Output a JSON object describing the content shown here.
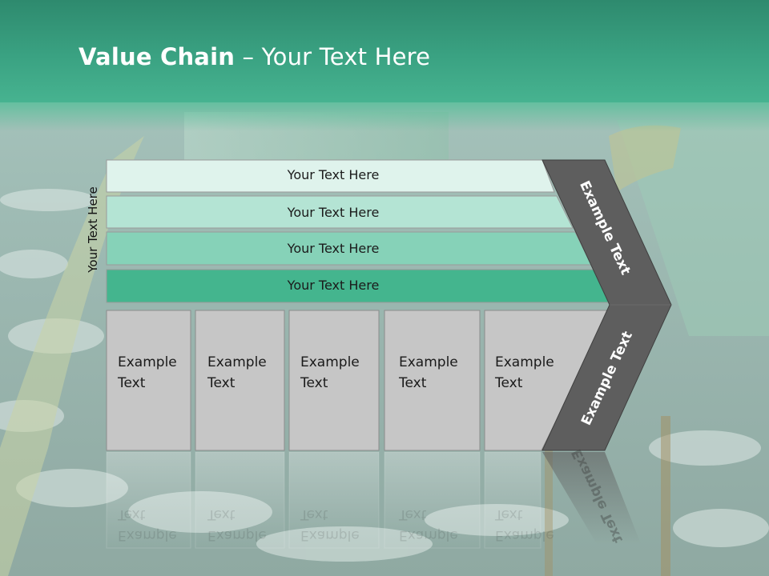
{
  "slide": {
    "title_bold": "Value Chain",
    "title_rest": " – Your Text Here",
    "vertical_label": "Your Text Here"
  },
  "bands": [
    {
      "label": "Your Text Here",
      "color": "#dff3ec"
    },
    {
      "label": "Your Text Here",
      "color": "#b4e4d4"
    },
    {
      "label": "Your Text Here",
      "color": "#86d2b8"
    },
    {
      "label": "Your Text Here",
      "color": "#44b58e"
    }
  ],
  "columns": [
    {
      "line1": "Example",
      "line2": "Text"
    },
    {
      "line1": "Example",
      "line2": "Text"
    },
    {
      "line1": "Example",
      "line2": "Text"
    },
    {
      "line1": "Example",
      "line2": "Text"
    },
    {
      "line1": "Example",
      "line2": "Text"
    }
  ],
  "chevron": {
    "upper_label": "Example Text",
    "lower_label": "Example Text",
    "color": "#5e5e5e"
  },
  "colors": {
    "column_fill": "#c6c6c6",
    "header": "#3aa282"
  }
}
